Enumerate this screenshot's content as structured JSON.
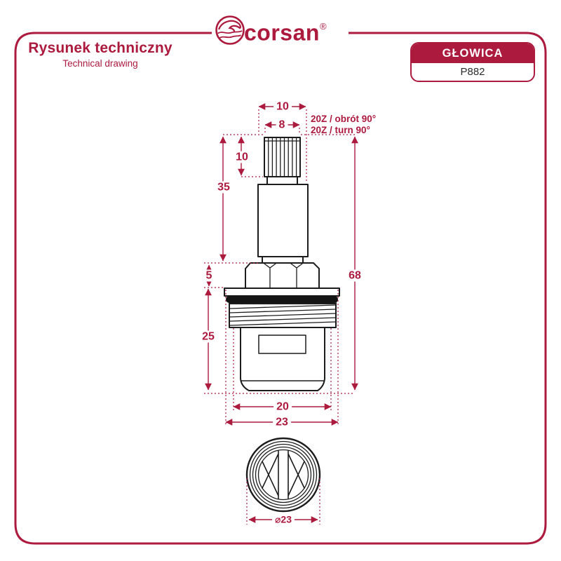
{
  "colors": {
    "accent": "#AC1A3E",
    "drawing_line": "#1C1C1C",
    "badge_background": "#AC1A3E",
    "badge_text": "#FFFFFF",
    "code_text": "#2B2B2B"
  },
  "header": {
    "title": "Rysunek techniczny",
    "subtitle": "Technical drawing",
    "brand": "corsan",
    "brand_reg": "®",
    "badge": {
      "title": "GŁOWICA",
      "code": "P882"
    }
  },
  "drawing": {
    "annotation": {
      "line1": "20Z / obrót 90°",
      "line2": "20Z / turn 90°"
    },
    "dimensions": {
      "top_width": "10",
      "spline_width": "8",
      "spline_height": "10",
      "upper_height": "35",
      "hex_height": "5",
      "lower_height": "25",
      "total_height": "68",
      "body_width": "20",
      "flange_width": "23",
      "bottom_diameter": "⌀23"
    }
  }
}
